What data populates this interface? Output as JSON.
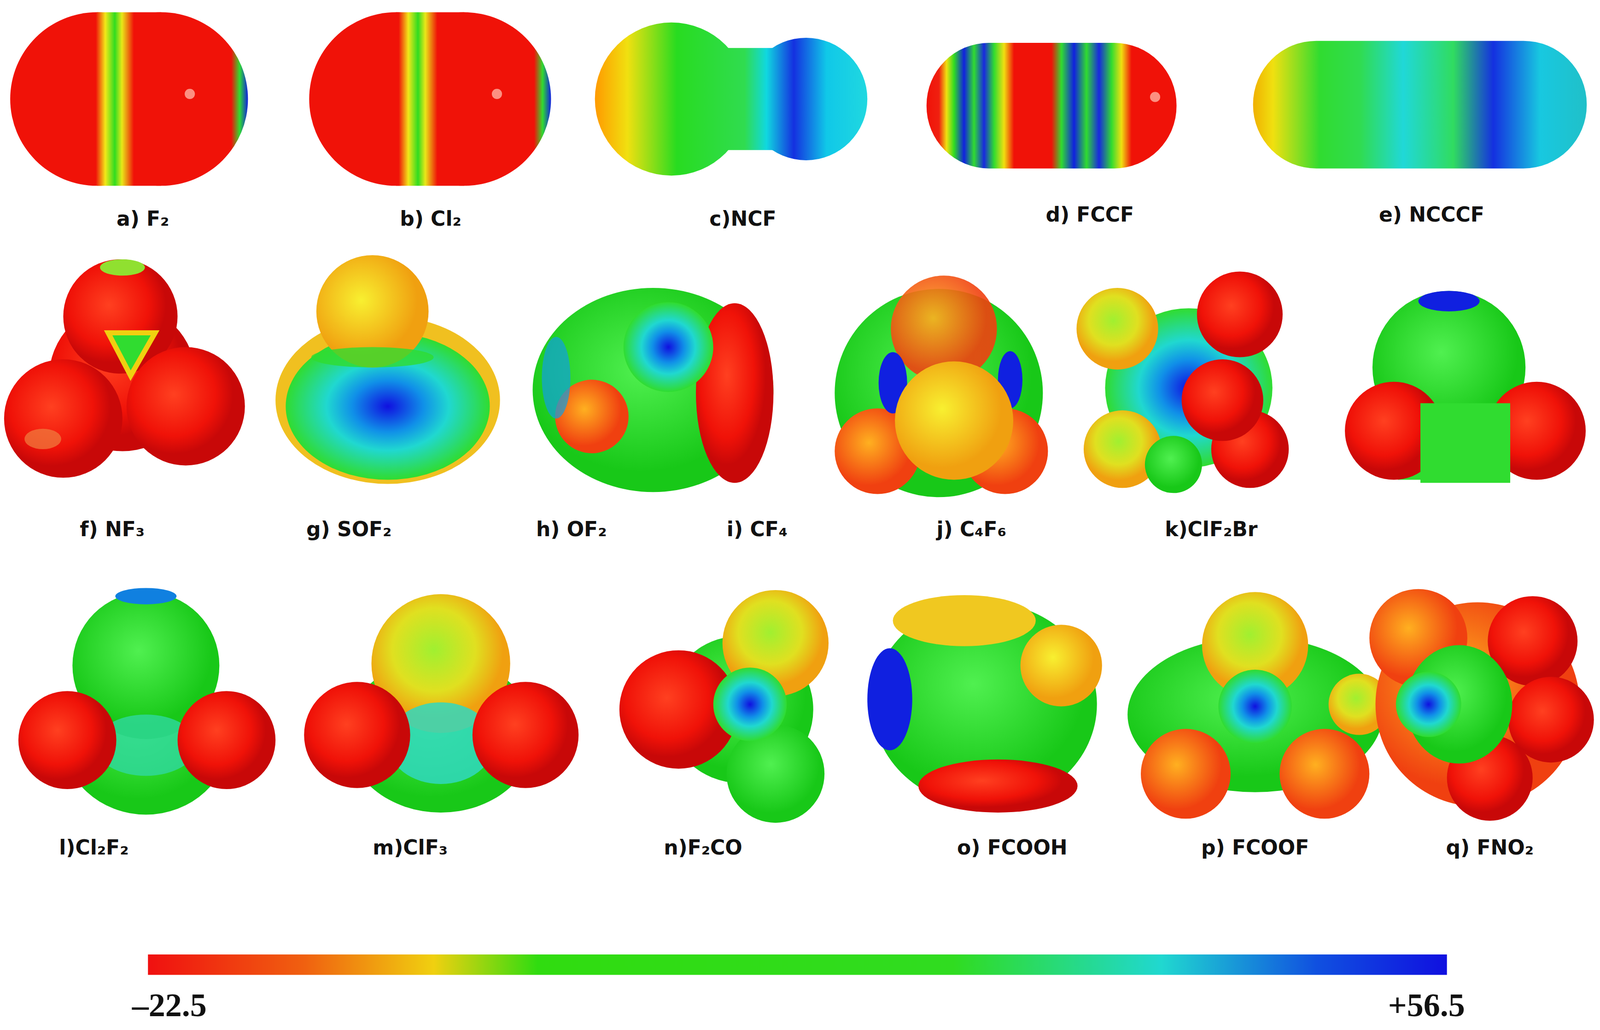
{
  "diagram": {
    "labels": [
      "a) F₂",
      "b) Cl₂",
      "c)NCF",
      "d) FCCF",
      "e) NCCCF",
      "f) NF₃",
      "g) SOF₂",
      "h) OF₂",
      "i) CF₄",
      "j) C₄F₆",
      "k)ClF₂Br",
      "l)Cl₂F₂",
      "m)ClF₃",
      "n)F₂CO",
      "o) FCOOH",
      "p) FCOOF",
      "q) FNO₂",
      "–22.5",
      "+56.5"
    ]
  }
}
